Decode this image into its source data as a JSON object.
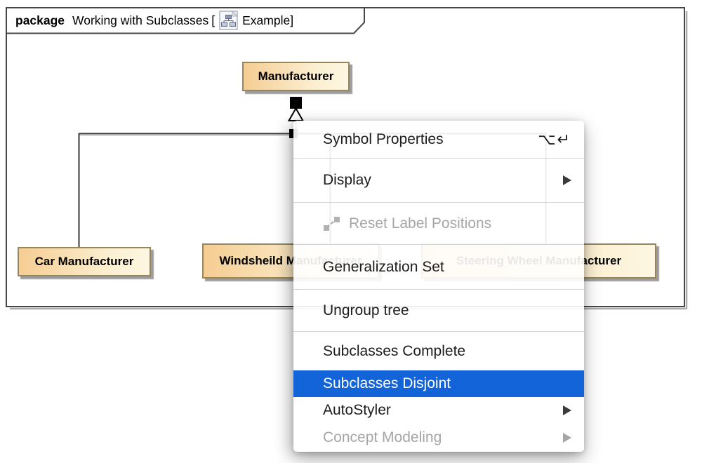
{
  "frame": {
    "kind_label": "package",
    "title": "Working with Subclasses",
    "bracket_open": "[",
    "diagram_name": "Example",
    "bracket_close": "]"
  },
  "classes": [
    {
      "name": "Manufacturer"
    },
    {
      "name": "Car Manufacturer"
    },
    {
      "name": "Windsheild Manufacturer"
    },
    {
      "name": "Steering Wheel Manufacturer"
    }
  ],
  "context_menu": {
    "items": [
      {
        "label": "Symbol Properties",
        "shortcut": "⌥↵",
        "disabled": false,
        "has_submenu": false
      },
      {
        "label": "Display",
        "disabled": false,
        "has_submenu": true
      },
      {
        "label": "Reset Label Positions",
        "icon": "reset-label-positions-icon",
        "disabled": true,
        "has_submenu": false
      },
      {
        "label": "Generalization Set",
        "disabled": false,
        "has_submenu": false
      },
      {
        "label": "Ungroup tree",
        "disabled": false,
        "has_submenu": false
      },
      {
        "label": "Subclasses Complete",
        "disabled": false,
        "has_submenu": false
      },
      {
        "label": "Subclasses Disjoint",
        "highlighted": true,
        "disabled": false,
        "has_submenu": false
      },
      {
        "label": "AutoStyler",
        "disabled": false,
        "has_submenu": true
      },
      {
        "label": "Concept Modeling",
        "disabled": true,
        "has_submenu": true
      }
    ]
  },
  "colors": {
    "menu_highlight": "#1464d9",
    "box_fill_left": "#f5cd92",
    "box_fill_right": "#fdf6e2",
    "box_border": "#96865e",
    "frame_border": "#464646"
  }
}
